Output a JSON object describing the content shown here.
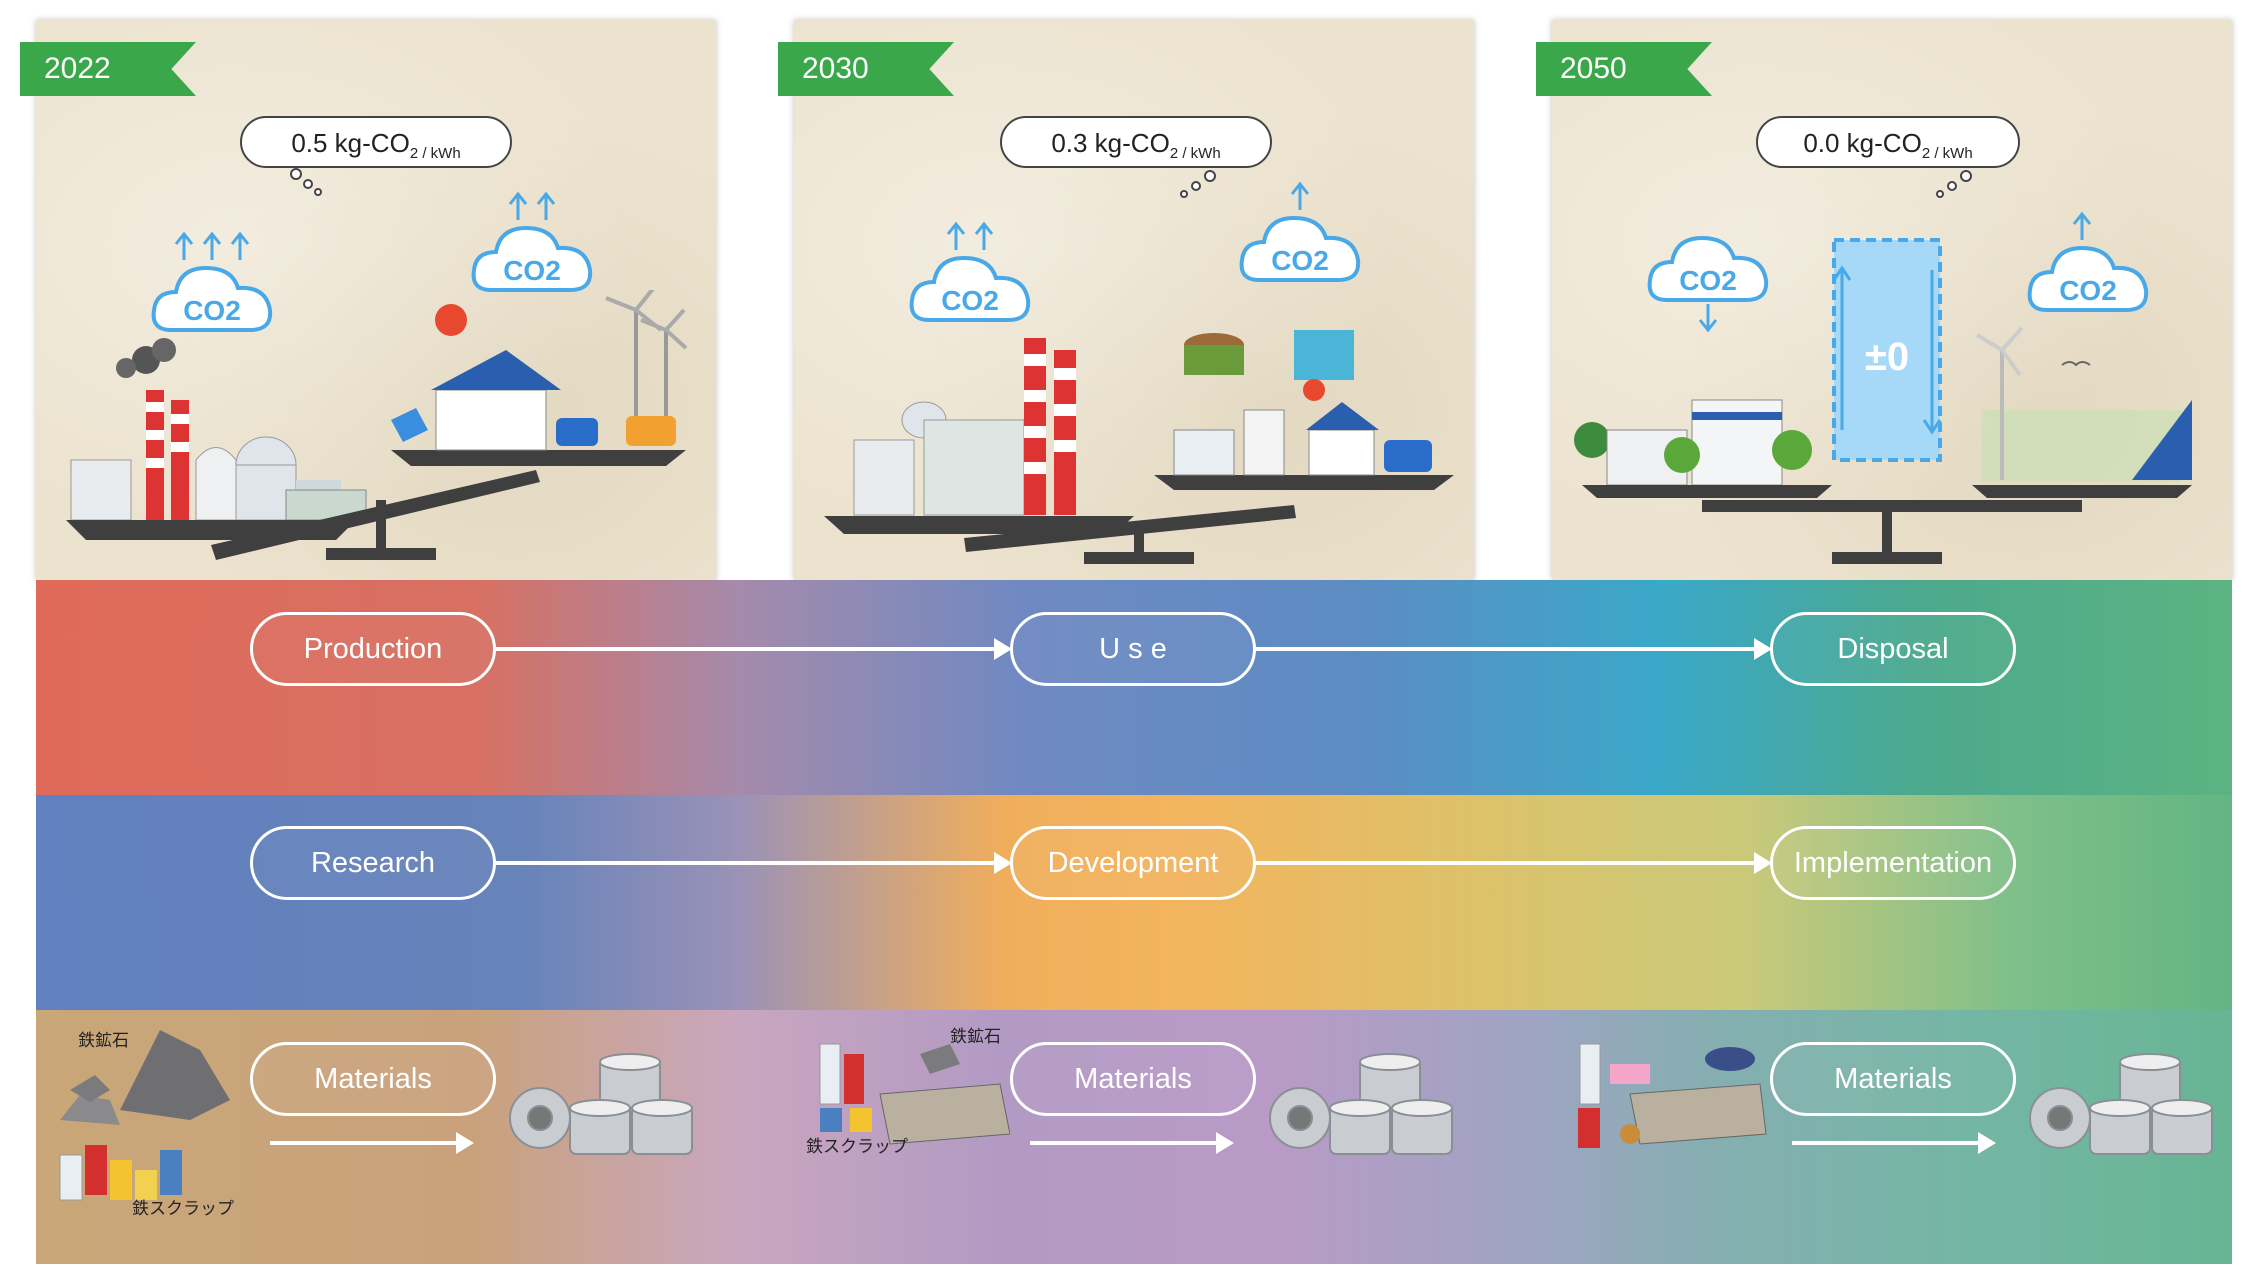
{
  "panels": [
    {
      "year": "2022",
      "emission": "0.5 kg-CO",
      "unit": "2 / kWh"
    },
    {
      "year": "2030",
      "emission": "0.3 kg-CO",
      "unit": "2 / kWh"
    },
    {
      "year": "2050",
      "emission": "0.0 kg-CO",
      "unit": "2 / kWh"
    }
  ],
  "co2_label": "CO2",
  "balance_label": "±0",
  "flow_rows": [
    [
      "Production",
      "U s e",
      "Disposal"
    ],
    [
      "Research",
      "Development",
      "Implementation"
    ],
    [
      "Materials",
      "Materials",
      "Materials"
    ]
  ],
  "captions": {
    "iron_ore": "鉄鉱石",
    "iron_scrap": "鉄スクラップ"
  },
  "colors": {
    "flag_green": "#3aa84a",
    "co2_cloud": "#49a9e8",
    "band_red": "#e06a5a",
    "band_blue": "#6080bf",
    "band_orange": "#f0ae5c",
    "band_green": "#5cb382"
  }
}
